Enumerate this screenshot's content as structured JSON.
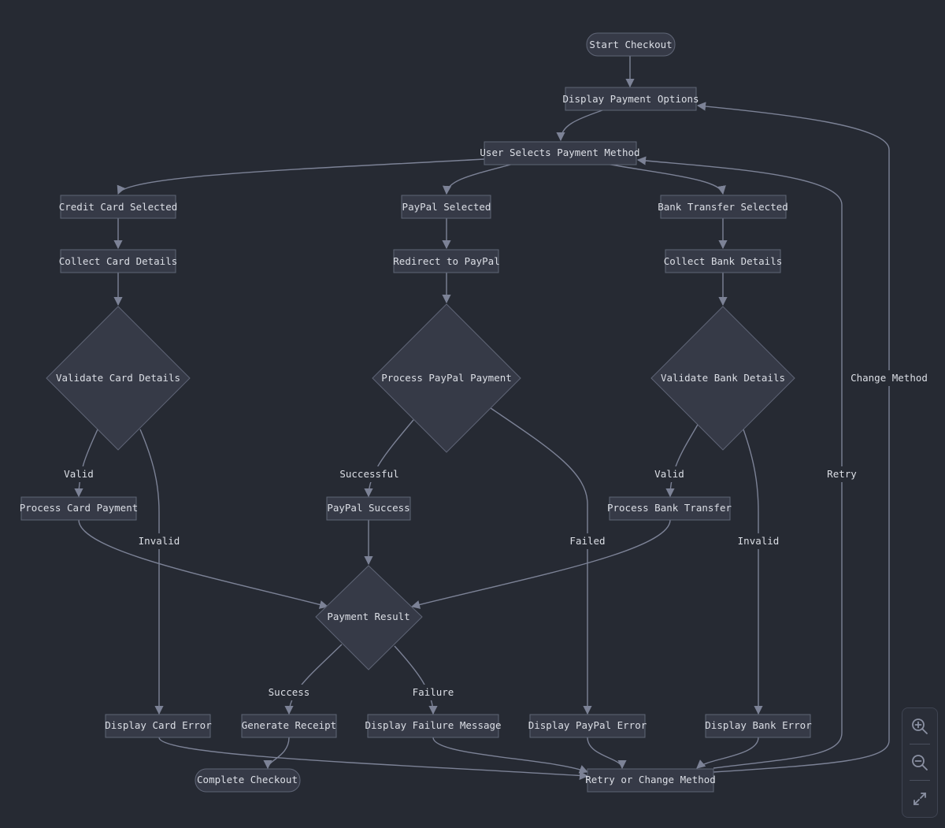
{
  "nodes": {
    "start": "Start Checkout",
    "display_options": "Display Payment Options",
    "select_method": "User Selects Payment Method",
    "credit_selected": "Credit Card Selected",
    "paypal_selected": "PayPal Selected",
    "bank_selected": "Bank Transfer Selected",
    "collect_card": "Collect Card Details",
    "redirect_paypal": "Redirect to PayPal",
    "collect_bank": "Collect Bank Details",
    "validate_card": "Validate Card Details",
    "process_paypal": "Process PayPal Payment",
    "validate_bank": "Validate Bank Details",
    "process_card": "Process Card Payment",
    "paypal_success": "PayPal Success",
    "process_bank": "Process Bank Transfer",
    "payment_result": "Payment Result",
    "card_error": "Display Card Error",
    "generate_receipt": "Generate Receipt",
    "failure_message": "Display Failure Message",
    "paypal_error": "Display PayPal Error",
    "bank_error": "Display Bank Error",
    "complete": "Complete Checkout",
    "retry_change": "Retry or Change Method"
  },
  "edge_labels": {
    "card_valid": "Valid",
    "card_invalid": "Invalid",
    "paypal_successful": "Successful",
    "paypal_failed": "Failed",
    "bank_valid": "Valid",
    "bank_invalid": "Invalid",
    "result_success": "Success",
    "result_failure": "Failure",
    "retry": "Retry",
    "change_method": "Change Method"
  },
  "controls": {
    "zoom_in_icon": "zoom-in-icon",
    "zoom_out_icon": "zoom-out-icon",
    "fit_icon": "expand-icon"
  }
}
